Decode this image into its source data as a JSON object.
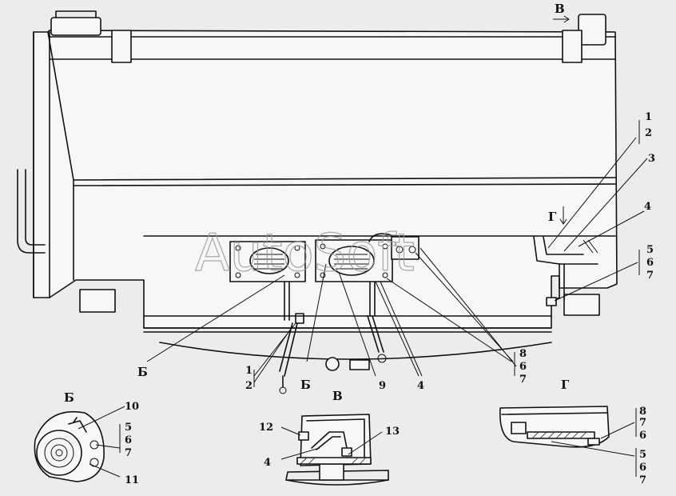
{
  "watermark": "AutoSoft",
  "views": {
    "b": "Б",
    "v": "В",
    "g": "Г"
  },
  "callouts": {
    "n1": "1",
    "n2": "2",
    "n3": "3",
    "n4": "4",
    "n5": "5",
    "n6": "6",
    "n7": "7",
    "n8": "8",
    "n9": "9",
    "n10": "10",
    "n11": "11",
    "n12": "12",
    "n13": "13"
  }
}
